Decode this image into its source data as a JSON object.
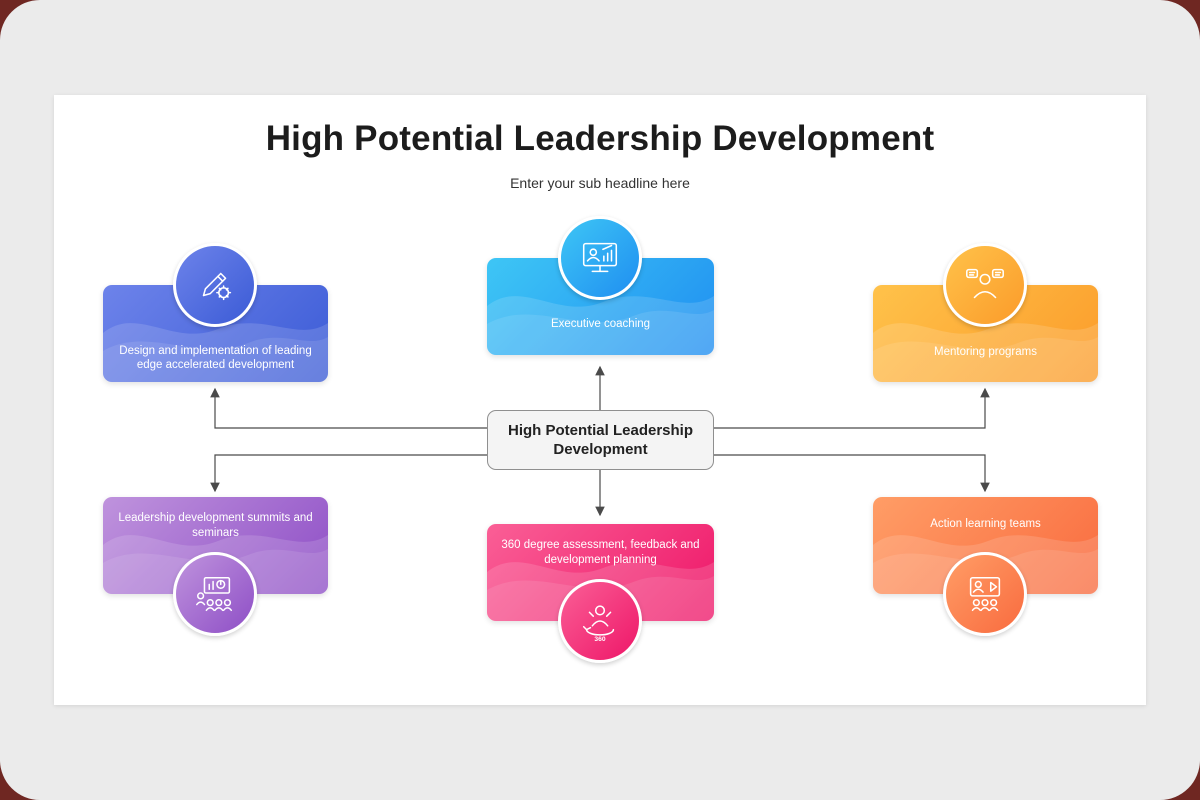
{
  "slide": {
    "title": "High Potential Leadership Development",
    "subtitle": "Enter your sub headline here",
    "center_box": {
      "label": "High Potential Leadership Development"
    }
  },
  "cards": [
    {
      "id": "design-implementation",
      "position": "top-left",
      "label": "Design and implementation of leading edge accelerated development",
      "icon": "pencil-gear-icon",
      "color_start": "#6d83ea",
      "color_end": "#3b5bd6"
    },
    {
      "id": "executive-coaching",
      "position": "top-center",
      "label": "Executive coaching",
      "icon": "coaching-monitor-chart-icon",
      "color_start": "#3ec6f5",
      "color_end": "#1f8ef1"
    },
    {
      "id": "mentoring-programs",
      "position": "top-right",
      "label": "Mentoring programs",
      "icon": "mentor-speech-bubbles-icon",
      "color_start": "#ffc24a",
      "color_end": "#fb9b2a"
    },
    {
      "id": "leadership-summits",
      "position": "bottom-left",
      "label": "Leadership development summits and seminars",
      "icon": "seminar-presentation-icon",
      "color_start": "#bf93dd",
      "color_end": "#8e4ec6"
    },
    {
      "id": "360-assessment",
      "position": "bottom-center",
      "label": "360 degree assessment, feedback and development planning",
      "icon": "360-degree-person-icon",
      "icon_text": "360",
      "color_start": "#fa5f96",
      "color_end": "#ee1668"
    },
    {
      "id": "action-learning",
      "position": "bottom-right",
      "label": "Action learning teams",
      "icon": "video-team-icon",
      "color_start": "#ff9d66",
      "color_end": "#f96b3f"
    }
  ],
  "colors": {
    "frame_background": "#6f2722",
    "canvas_background": "#ebebeb",
    "slide_background": "#ffffff",
    "connector": "#4a4a4a",
    "center_box_background": "#f4f4f4",
    "center_box_border": "#8f8f8f"
  }
}
